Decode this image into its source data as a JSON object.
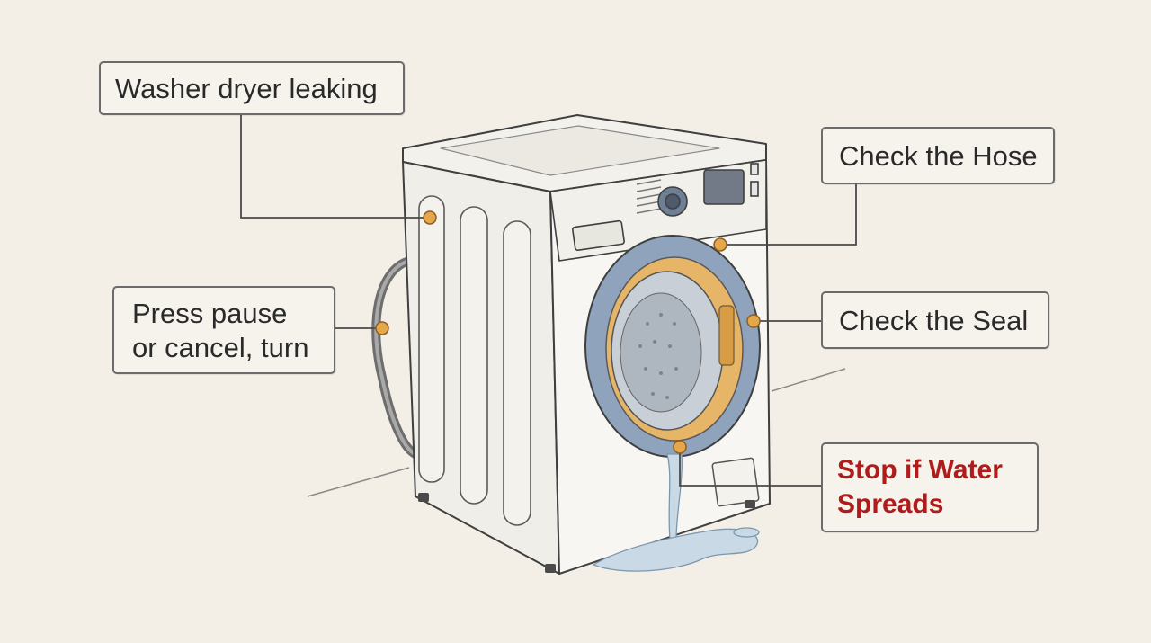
{
  "labels": {
    "title": "Washer dryer leaking",
    "step1_line1": "Press pause",
    "step1_line2": "or cancel, turn",
    "hose": "Check the Hose",
    "seal": "Check the Seal",
    "stop_line1": "Stop if Water",
    "stop_line2": "Spreads"
  },
  "colors": {
    "background": "#f3efe6",
    "line": "#4a4a4a",
    "marker": "#e6a64a",
    "warning_text": "#b01b1b",
    "door_ring": "#8fa3bd",
    "gasket": "#e7b567",
    "water": "#c9d9e6"
  }
}
